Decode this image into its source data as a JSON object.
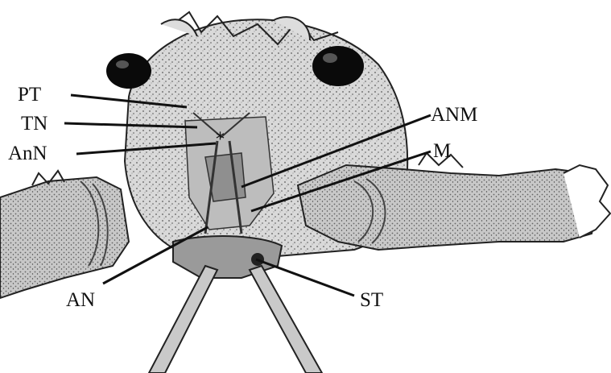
{
  "figure": {
    "labels": {
      "pt": "PT",
      "tn": "TN",
      "ann": "AnN",
      "anm": "ANM",
      "m": "M",
      "an": "AN",
      "st": "ST"
    },
    "marker": "*",
    "colors": {
      "ink": "#111111",
      "paper": "#ffffff",
      "shell": "#cfcfcf",
      "shell_dark": "#8a8a8a",
      "eye": "#0a0a0a"
    }
  }
}
